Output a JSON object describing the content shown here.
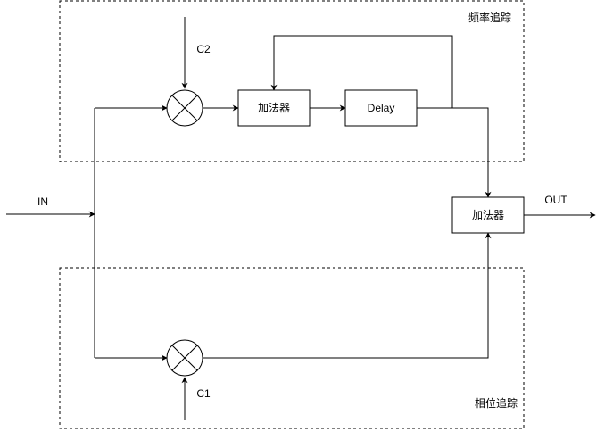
{
  "regions": {
    "frequency_tracking": "频率追踪",
    "phase_tracking": "相位追踪"
  },
  "blocks": {
    "top_adder": "加法器",
    "delay": "Delay",
    "output_adder": "加法器"
  },
  "signals": {
    "input": "IN",
    "output": "OUT",
    "c1": "C1",
    "c2": "C2"
  }
}
